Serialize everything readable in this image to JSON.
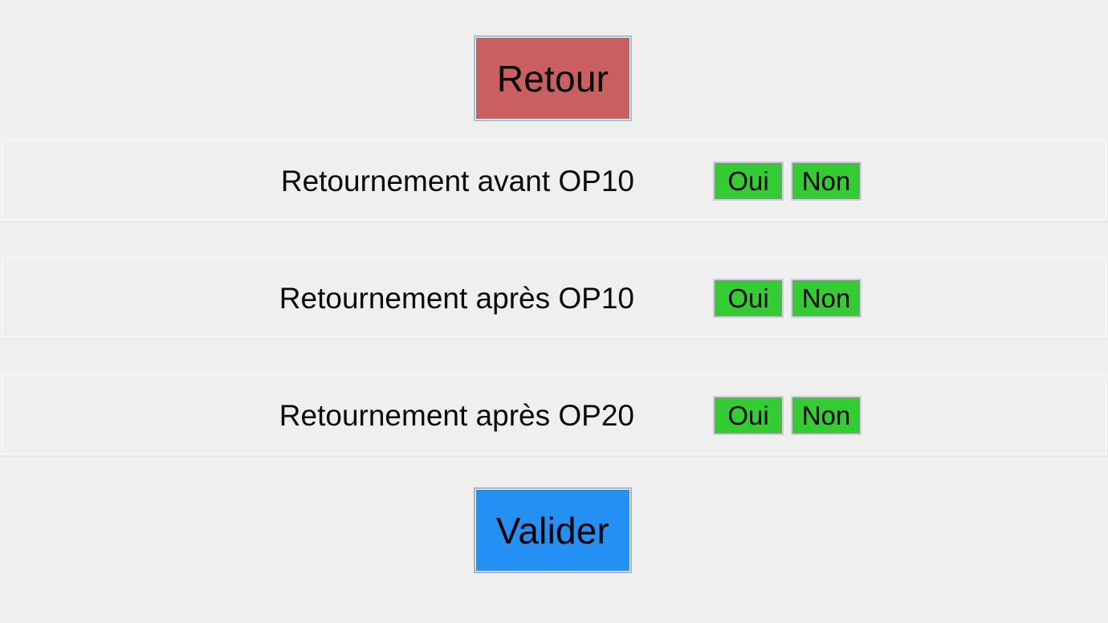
{
  "theme": {
    "background": "#efefef",
    "row_background": "#efefef",
    "text_color": "#0a0a0a",
    "back_button_color": "#c95f5f",
    "back_button_border": "#9cc4dc",
    "validate_button_color": "#2490f4",
    "validate_button_border": "#a9b6c2",
    "choice_button_color": "#33cc33",
    "choice_button_border": "#cfcfd8"
  },
  "header": {
    "back_button_label": "Retour",
    "back_button_icon": "back-arrow-icon"
  },
  "questions": [
    {
      "label": "Retournement avant OP10",
      "options": [
        {
          "label": "Oui",
          "value": "yes"
        },
        {
          "label": "Non",
          "value": "no"
        }
      ]
    },
    {
      "label": "Retournement après OP10",
      "options": [
        {
          "label": "Oui",
          "value": "yes"
        },
        {
          "label": "Non",
          "value": "no"
        }
      ]
    },
    {
      "label": "Retournement après OP20",
      "options": [
        {
          "label": "Oui",
          "value": "yes"
        },
        {
          "label": "Non",
          "value": "no"
        }
      ]
    }
  ],
  "footer": {
    "validate_button_label": "Valider"
  }
}
